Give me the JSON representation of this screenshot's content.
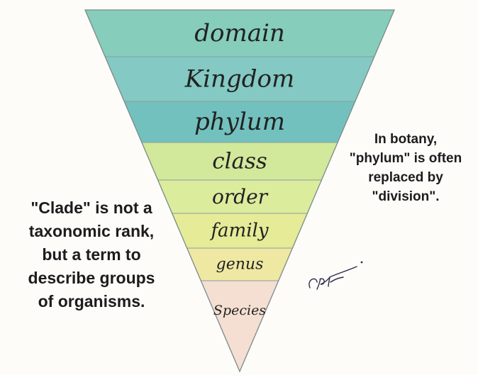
{
  "ranks": [
    {
      "label": "domain",
      "color": "#86cdbb"
    },
    {
      "label": "Kingdom",
      "color": "#84c9c4"
    },
    {
      "label": "phylum",
      "color": "#73c1be"
    },
    {
      "label": "class",
      "color": "#d2e89a"
    },
    {
      "label": "order",
      "color": "#dcec9d"
    },
    {
      "label": "family",
      "color": "#e5eb97"
    },
    {
      "label": "genus",
      "color": "#efe8a3"
    },
    {
      "label": "Species",
      "color": "#f4dfd2"
    }
  ],
  "notes": {
    "left": "\"Clade\" is not a\ntaxonomic rank,\nbut a term to\ndescribe groups\nof organisms.",
    "right": "In botany,\n\"phylum\" is often\nreplaced by\n\"division\"."
  },
  "signature": "CRK"
}
